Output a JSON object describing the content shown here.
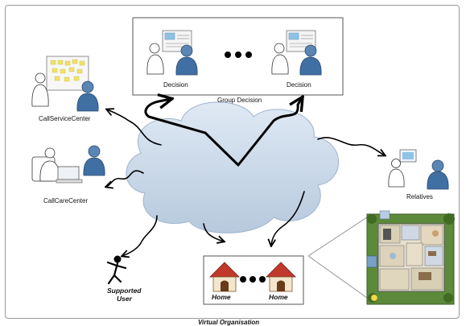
{
  "diagram": {
    "group_decision": {
      "label": "Group Decision",
      "left_label": "Decision",
      "right_label": "Decision"
    },
    "call_service_center": "CallServiceCenter",
    "call_care_center": "CallCareCenter",
    "relatives": "Relatives",
    "supported_user": {
      "line1": "Supported",
      "line2": "User"
    },
    "homes": {
      "left_label": "Home",
      "right_label": "Home"
    },
    "footer_caption": "Virtual Organisation"
  }
}
